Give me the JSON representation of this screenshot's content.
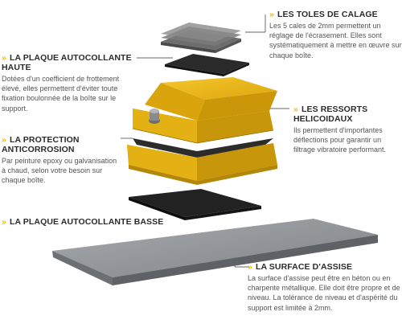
{
  "callouts": {
    "toles": {
      "title": "LES TOLES DE CALAGE",
      "text": "Les 5 cales de 2mm permettent un réglage de l'écrasement. Elles sont systématiquement à mettre en œuvre sur chaque boîte."
    },
    "plaque_haute": {
      "title": "LA PLAQUE AUTOCOLLANTE HAUTE",
      "text": "Dotées d'un coefficient de frottement élevé, elles permettent d'éviter toute fixation boulonnée de la boîte sur le support."
    },
    "ressorts": {
      "title_line1": "LES RESSORTS",
      "title_line2": "HELICOIDAUX",
      "text": "Ils permettent d'importantes déflections pour garantir un filtrage vibratoire performant."
    },
    "protection": {
      "title_line1": "LA PROTECTION",
      "title_line2": "ANTICORROSION",
      "text": "Par peinture epoxy ou galvanisation à chaud, selon votre besoin sur chaque boîte."
    },
    "plaque_basse": {
      "title": "LA PLAQUE AUTOCOLLANTE BASSE"
    },
    "surface": {
      "title": "LA SURFACE D'ASSISE",
      "text": "La surface d'assise peut être en béton ou en charpente métallique. Elle doit être propre et de niveau. La tolérance de niveau et d'aspérité du support est limitée à 2mm."
    }
  },
  "colors": {
    "accent": "#f2b705",
    "box_yellow": "#e8b516",
    "box_shadow": "#b98a0a",
    "plate_dark": "#2a2a2a",
    "slab_grey": "#8c8f93",
    "leader": "#333333"
  }
}
